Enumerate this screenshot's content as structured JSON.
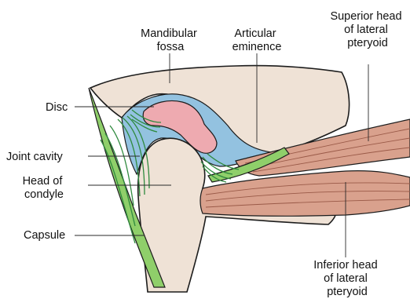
{
  "labels": {
    "mandibular_fossa": [
      "Mandibular",
      "fossa"
    ],
    "articular_eminence": [
      "Articular",
      "eminence"
    ],
    "superior_head": [
      "Superior head",
      "of lateral",
      "pteryoid"
    ],
    "disc": [
      "Disc"
    ],
    "joint_cavity": [
      "Joint cavity"
    ],
    "head_of_condyle": [
      "Head of",
      "condyle"
    ],
    "capsule": [
      "Capsule"
    ],
    "inferior_head": [
      "Inferior head",
      "of lateral",
      "pteryoid"
    ]
  },
  "colors": {
    "bone": "#efe2d6",
    "outline": "#1c1c1c",
    "disc": "#eeaab0",
    "synovial": "#93c2e0",
    "capsule": "#8fcf6a",
    "capsule_dark": "#2f8a3e",
    "muscle": "#d9a18d",
    "muscle_line": "#9a5a48"
  }
}
